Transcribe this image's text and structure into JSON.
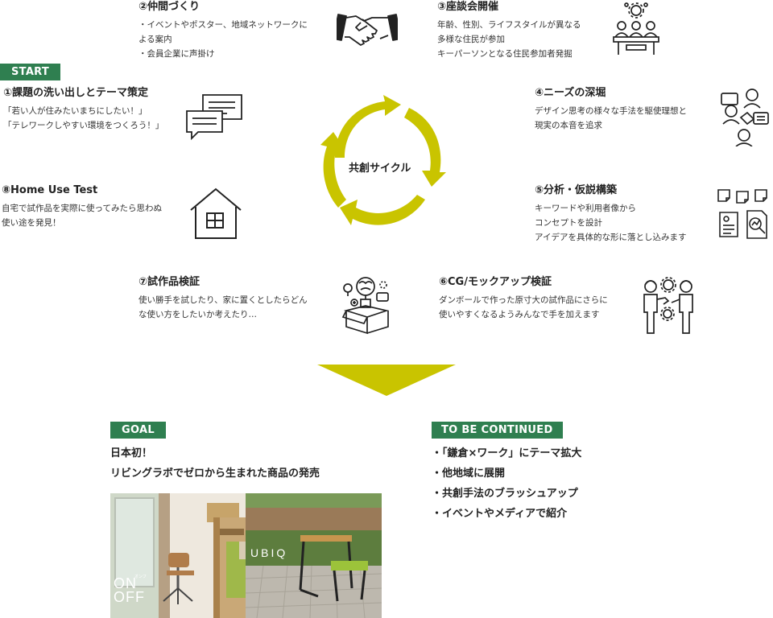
{
  "start_label": "START",
  "cycle_label": "共創サイクル",
  "steps": [
    {
      "title": "①課題の洗い出しとテーマ策定",
      "lines": [
        "「若い人が住みたいまちにしたい！」",
        "「テレワークしやすい環境をつくろう！」"
      ],
      "icon": "speech-bubbles-icon"
    },
    {
      "title": "②仲間づくり",
      "lines": [
        "・イベントやポスター、地域ネットワークに",
        "よる案内",
        "・会員企業に声掛け"
      ],
      "icon": "handshake-icon"
    },
    {
      "title": "③座談会開催",
      "lines": [
        "年齢、性別、ライフスタイルが異なる",
        "多様な住民が参加",
        "キーパーソンとなる住民参加者発掘"
      ],
      "icon": "meeting-table-icon"
    },
    {
      "title": "④ニーズの深堀",
      "lines": [
        "デザイン思考の様々な手法を駆使理想と",
        "現実の本音を追求"
      ],
      "icon": "people-discussion-icon"
    },
    {
      "title": "⑤分析・仮説構築",
      "lines": [
        "キーワードや利用者像から",
        "コンセプトを設計",
        "アイデアを具体的な形に落とし込みます"
      ],
      "icon": "documents-analysis-icon"
    },
    {
      "title": "⑥CG/モックアップ検証",
      "lines": [
        "ダンボールで作った原寸大の試作品にさらに",
        "使いやすくなるようみんなで手を加えます"
      ],
      "icon": "collaboration-gears-icon"
    },
    {
      "title": "⑦試作品検証",
      "lines": [
        "使い勝手を試したり、家に置くとしたらどん",
        "な使い方をしたいか考えたり…"
      ],
      "icon": "idea-box-icon"
    },
    {
      "title": "⑧Home Use Test",
      "lines": [
        "自宅で試作品を実際に使ってみたら思わぬ",
        "使い途を発見！"
      ],
      "icon": "house-icon"
    }
  ],
  "goal": {
    "label": "GOAL",
    "lines": [
      "日本初！",
      "リビングラボでゼロから生まれた商品の発売"
    ]
  },
  "photo": {
    "brand_left": "ON OFF",
    "brand_left_small": "オンフ",
    "brand_right": "UBIQ"
  },
  "tbc": {
    "label": "TO BE CONTINUED",
    "items": [
      "・「鎌倉×ワーク」にテーマ拡大",
      "・他地域に展開",
      "・共創手法のブラッシュアップ",
      "・イベントやメディアで紹介"
    ]
  },
  "colors": {
    "accent_green": "#2f7f50",
    "cycle_yellow": "#c9c400"
  }
}
